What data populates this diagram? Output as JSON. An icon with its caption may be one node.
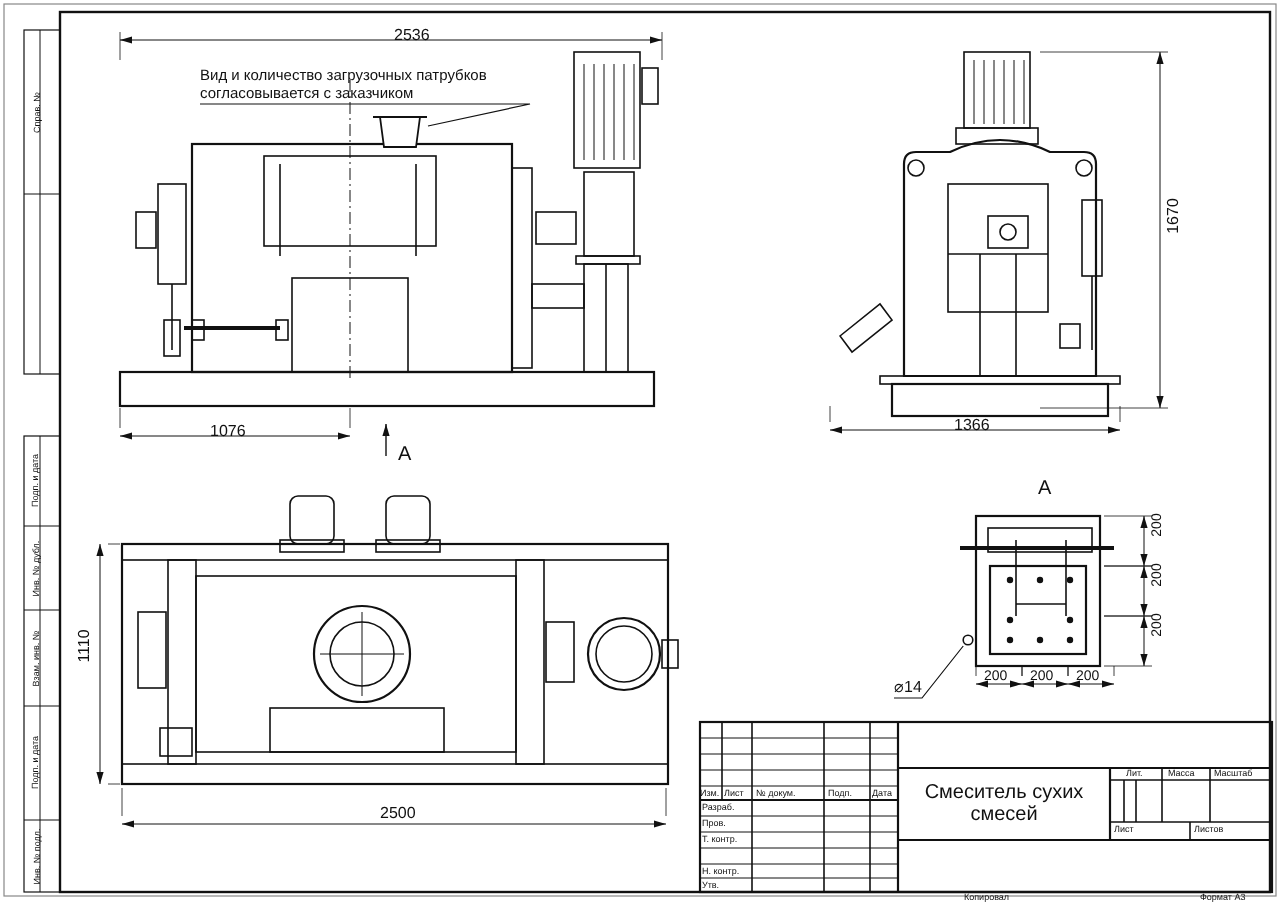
{
  "diagram": {
    "nodes": [
      {
        "text": [
          "Вид и количество загрузочных патрубков согласовывается с заказчиком"
        ]
      },
      {
        "text": [],
        "shape": "box"
      },
      {
        "text": [
          "⌀14"
        ]
      },
      {
        "text": [],
        "shape": "circle"
      }
    ],
    "edges": [
      {
        "from": 0,
        "to": 1,
        "arrow": "none"
      },
      {
        "from": 2,
        "to": 3,
        "arrow": "none"
      }
    ],
    "labels": [
      "2536",
      "1076",
      "А",
      "1670",
      "1366",
      "1110",
      "2500",
      "А",
      "200",
      "200",
      "200",
      "200",
      "200",
      "200",
      "Изм.",
      "Лист",
      "№ докум.",
      "Подп.",
      "Дата",
      "Разраб.",
      "Пров.",
      "Т. контр.",
      "Н. контр.",
      "Утв.",
      "Смеситель сухих смесей",
      "Лит.",
      "Масса",
      "Масштаб",
      "Лист",
      "Листов",
      "Копировал",
      "Формат А3",
      "Справ. №",
      "Подп. и дата",
      "Инв. № дубл.",
      "Взам. инв. №",
      "Подп. и дата",
      "Инв. № подл."
    ]
  }
}
